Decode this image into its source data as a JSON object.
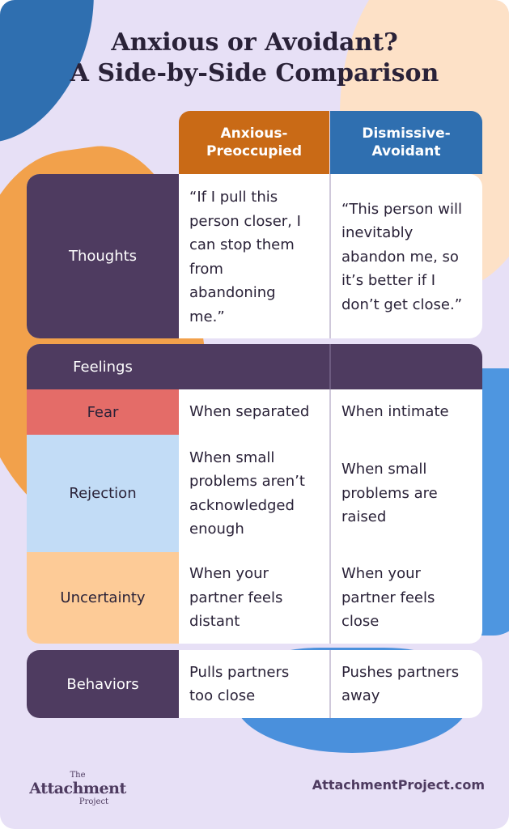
{
  "title": {
    "line1": "Anxious or Avoidant?",
    "line2": "A Side-by-Side Comparison"
  },
  "columns": {
    "anxious": {
      "line1": "Anxious-",
      "line2": "Preoccupied"
    },
    "avoidant": {
      "line1": "Dismissive-",
      "line2": "Avoidant"
    }
  },
  "thoughts": {
    "label": "Thoughts",
    "anxious": [
      "“If I pull this",
      "person closer, I",
      "can stop them",
      "from",
      "abandoning",
      "me.”"
    ],
    "avoidant": [
      "“This person will",
      "inevitably",
      "abandon me, so",
      "it’s better if I",
      "don’t get close.”"
    ]
  },
  "feelings": {
    "label": "Feelings",
    "fear": {
      "label": "Fear",
      "anxious": [
        "When separated"
      ],
      "avoidant": [
        "When intimate"
      ]
    },
    "rejection": {
      "label": "Rejection",
      "anxious": [
        "When small",
        "problems aren’t",
        "acknowledged",
        "enough"
      ],
      "avoidant": [
        "When small",
        "problems are",
        "raised"
      ]
    },
    "uncertainty": {
      "label": "Uncertainty",
      "anxious": [
        "When your",
        "partner feels",
        "distant"
      ],
      "avoidant": [
        "When your",
        "partner feels",
        "close"
      ]
    }
  },
  "behaviors": {
    "label": "Behaviors",
    "anxious": [
      "Pulls partners",
      "too close"
    ],
    "avoidant": [
      "Pushes partners",
      "away"
    ]
  },
  "footer": {
    "logo_line1": "The",
    "logo_line2": "Attachment",
    "logo_line3": "Project",
    "website": "AttachmentProject.com"
  },
  "colors": {
    "background": "#e7e0f6",
    "anxious_header": "#c96a16",
    "avoidant_header": "#2f6fb0",
    "row_label_dark": "#4e3b60",
    "fear": "#e46c68",
    "rejection": "#c2dcf6",
    "uncertainty": "#fdcb97"
  }
}
